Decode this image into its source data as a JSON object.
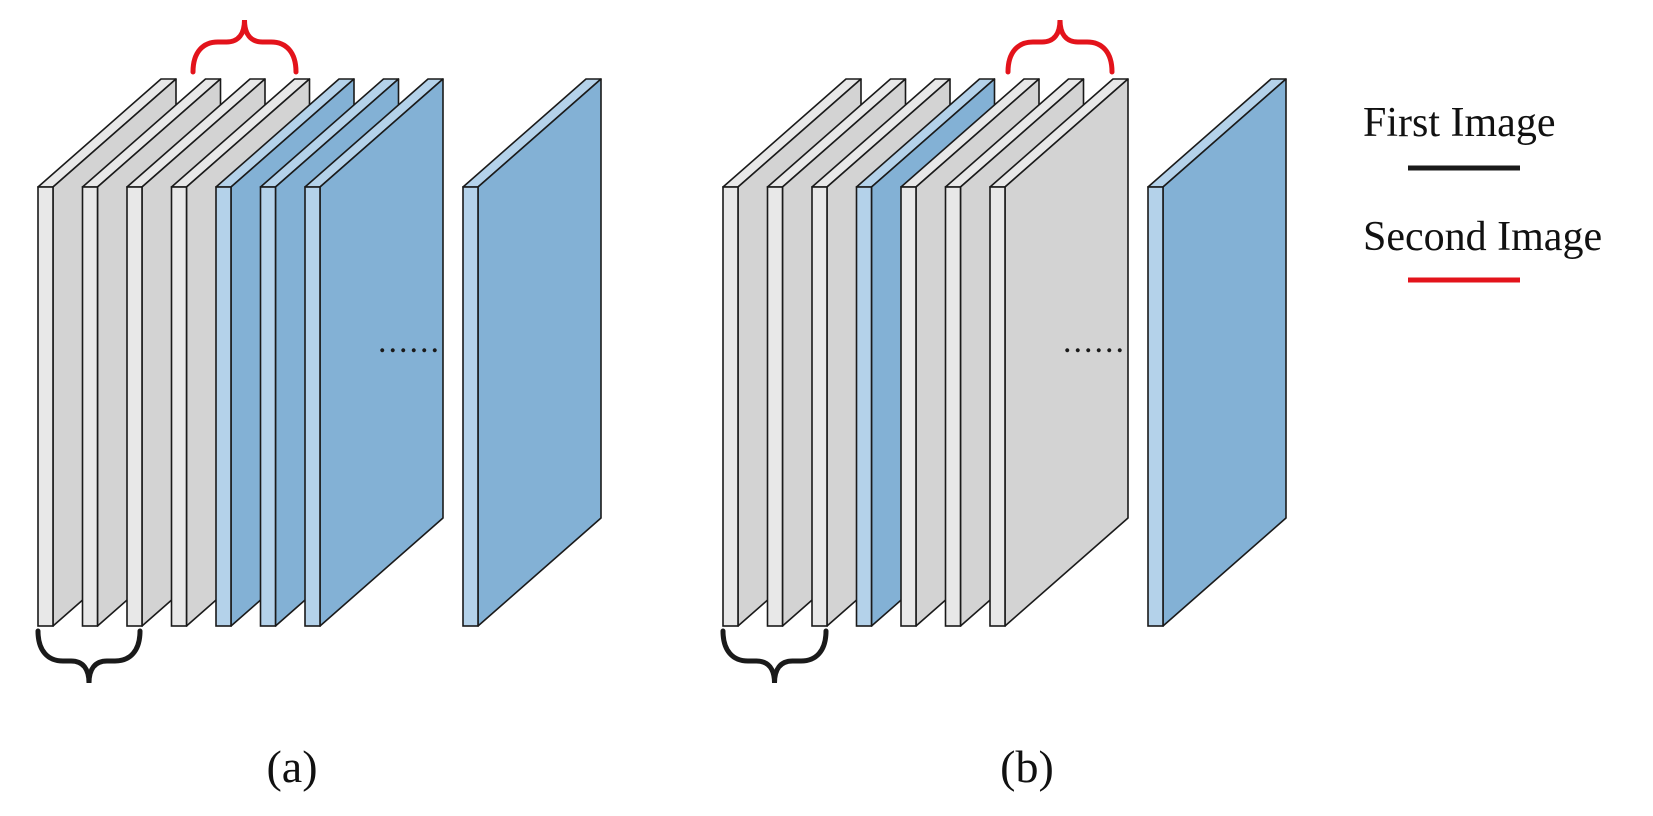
{
  "colors": {
    "gray_slice": "#d3d3d3",
    "blue_slice": "#83b1d5",
    "blue_edge": "#b4d2ea",
    "gray_edge": "#e8e8e8",
    "outline": "#1a1a1a",
    "first_image": "#1a1a1a",
    "second_image": "#e3131b"
  },
  "panels": [
    {
      "label": "(a)",
      "slices": [
        "gray",
        "gray",
        "gray",
        "gray",
        "blue",
        "blue",
        "blue"
      ],
      "isolated_slice": "blue",
      "ellipsis": "......",
      "bottom_brace": "first_image",
      "top_brace": "second_image"
    },
    {
      "label": "(b)",
      "slices": [
        "gray",
        "gray",
        "gray",
        "blue",
        "gray",
        "gray",
        "gray"
      ],
      "isolated_slice": "blue",
      "ellipsis": "......",
      "bottom_brace": "first_image",
      "top_brace": "second_image"
    }
  ],
  "legend": [
    {
      "label": "First Image",
      "color": "first_image"
    },
    {
      "label": "Second Image",
      "color": "second_image"
    }
  ]
}
